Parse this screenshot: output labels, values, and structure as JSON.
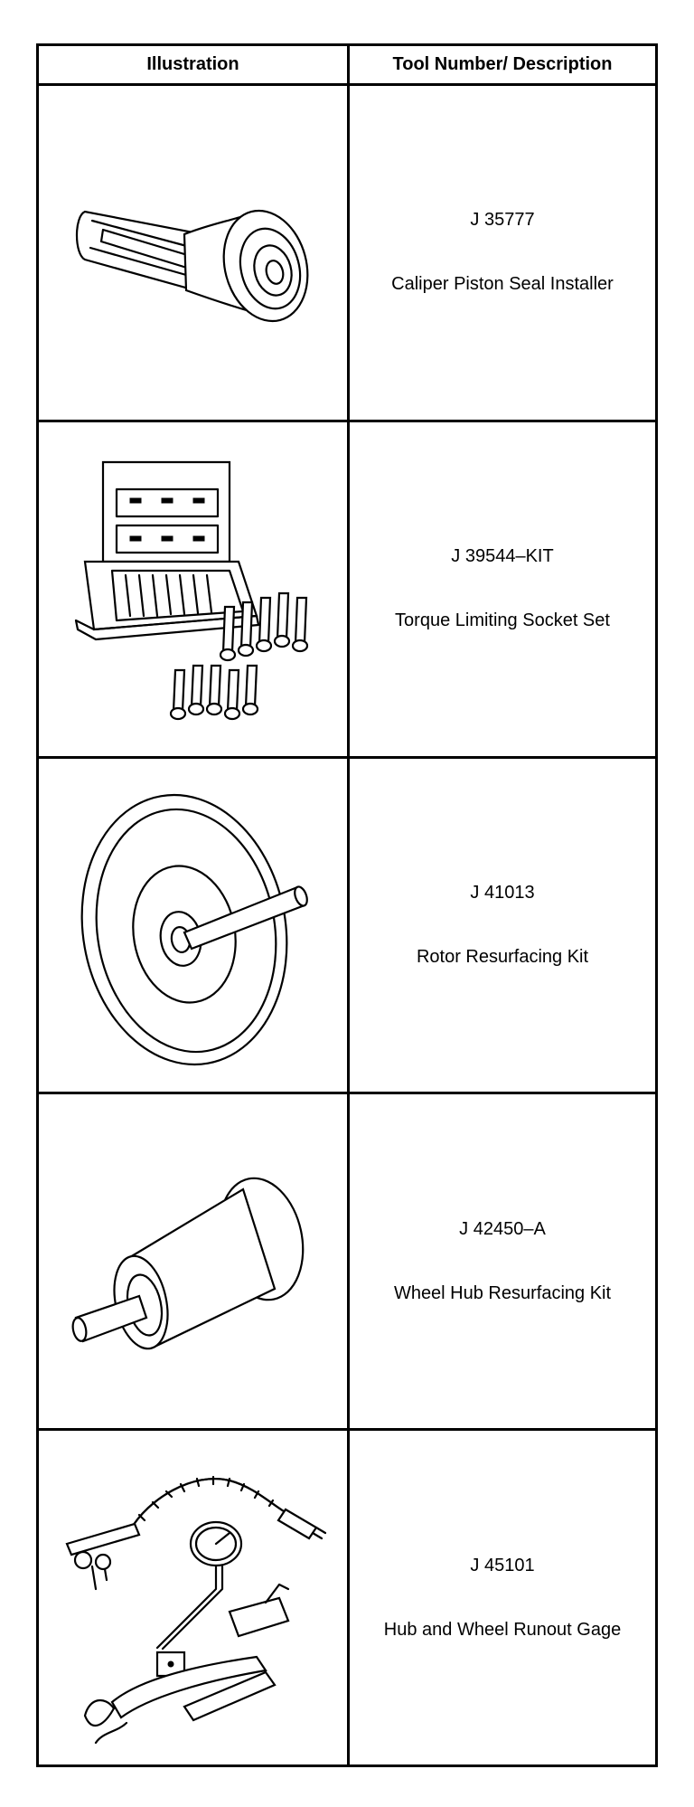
{
  "header": {
    "illustration": "Illustration",
    "description": "Tool Number/ Description"
  },
  "tools": [
    {
      "number": "J 35777",
      "description": "Caliper Piston Seal Installer",
      "icon": "seal-installer-icon"
    },
    {
      "number": "J 39544–KIT",
      "description": "Torque Limiting Socket Set",
      "icon": "socket-set-case-icon"
    },
    {
      "number": "J 41013",
      "description": "Rotor Resurfacing Kit",
      "icon": "rotor-disc-icon"
    },
    {
      "number": "J 42450–A",
      "description": "Wheel Hub Resurfacing Kit",
      "icon": "hub-cylinder-icon"
    },
    {
      "number": "J 45101",
      "description": "Hub and Wheel Runout Gage",
      "icon": "dial-gauge-icon"
    }
  ]
}
